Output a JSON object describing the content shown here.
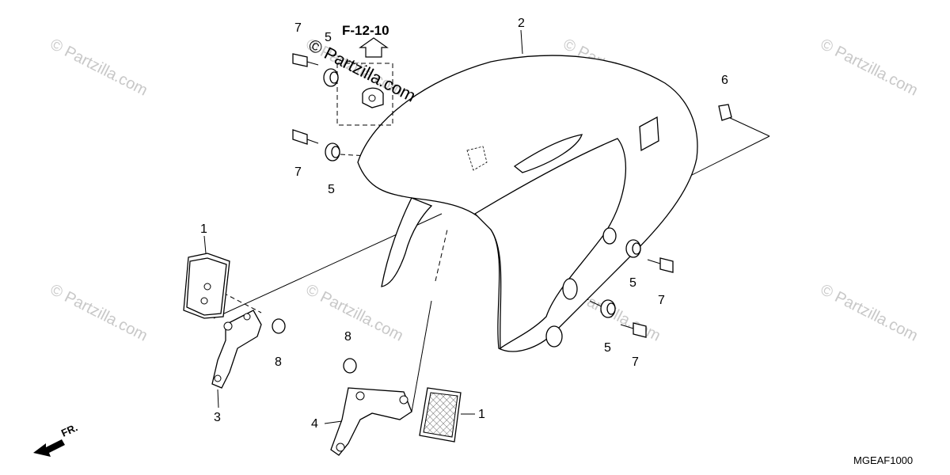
{
  "diagram": {
    "reference_label": "F-12-10",
    "diagram_code": "MGEAF1000",
    "direction_label": "FR.",
    "stamp_text": "© Partzilla.com",
    "callouts": {
      "c1a": "1",
      "c1b": "1",
      "c2": "2",
      "c3": "3",
      "c4": "4",
      "c5a": "5",
      "c5b": "5",
      "c5c": "5",
      "c5d": "5",
      "c6": "6",
      "c7a": "7",
      "c7b": "7",
      "c7c": "7",
      "c7d": "7",
      "c8a": "8",
      "c8b": "8"
    },
    "watermark": "© Partzilla.com"
  }
}
